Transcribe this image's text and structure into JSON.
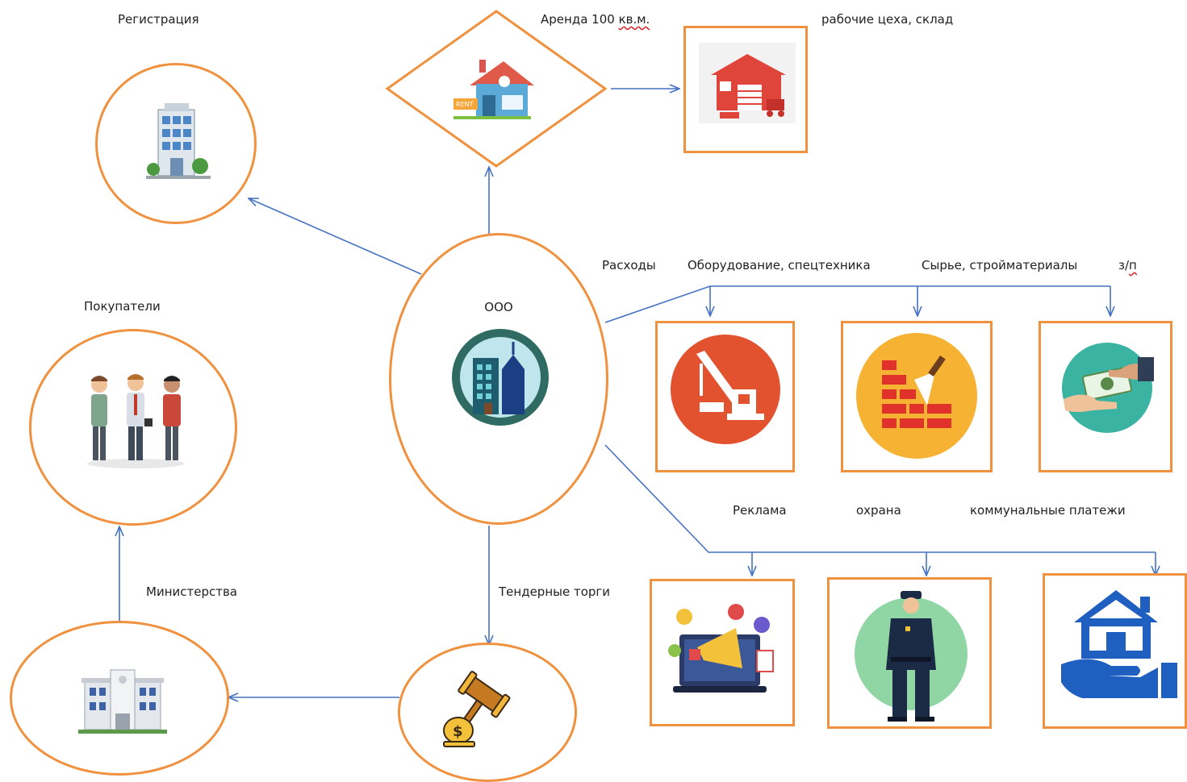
{
  "nodes": {
    "registration": {
      "label": "Регистрация"
    },
    "rent": {
      "label_prefix": "Аренда 100 ",
      "label_squiggle": "кв.м."
    },
    "workshops": {
      "label": "рабочие цеха, склад"
    },
    "center": {
      "label": "ООО"
    },
    "buyers": {
      "label": "Покупатели"
    },
    "ministries": {
      "label": "Министерства"
    },
    "tenders": {
      "label": "Тендерные торги"
    }
  },
  "expenses": {
    "title": "Расходы",
    "items": [
      {
        "label": "Оборудование, спецтехника",
        "icon": "crane-icon"
      },
      {
        "label": "Сырье, стройматериалы",
        "icon": "brick-wall-icon"
      },
      {
        "label_prefix": "з/",
        "label_squiggle": "п",
        "icon": "money-hand-icon"
      }
    ],
    "items2": [
      {
        "label": "Реклама",
        "icon": "advertising-icon"
      },
      {
        "label": "охрана",
        "icon": "security-guard-icon"
      },
      {
        "label": "коммунальные платежи",
        "icon": "house-hand-icon"
      }
    ]
  },
  "colors": {
    "border": "#f0913f",
    "arrow": "#4472c4"
  }
}
